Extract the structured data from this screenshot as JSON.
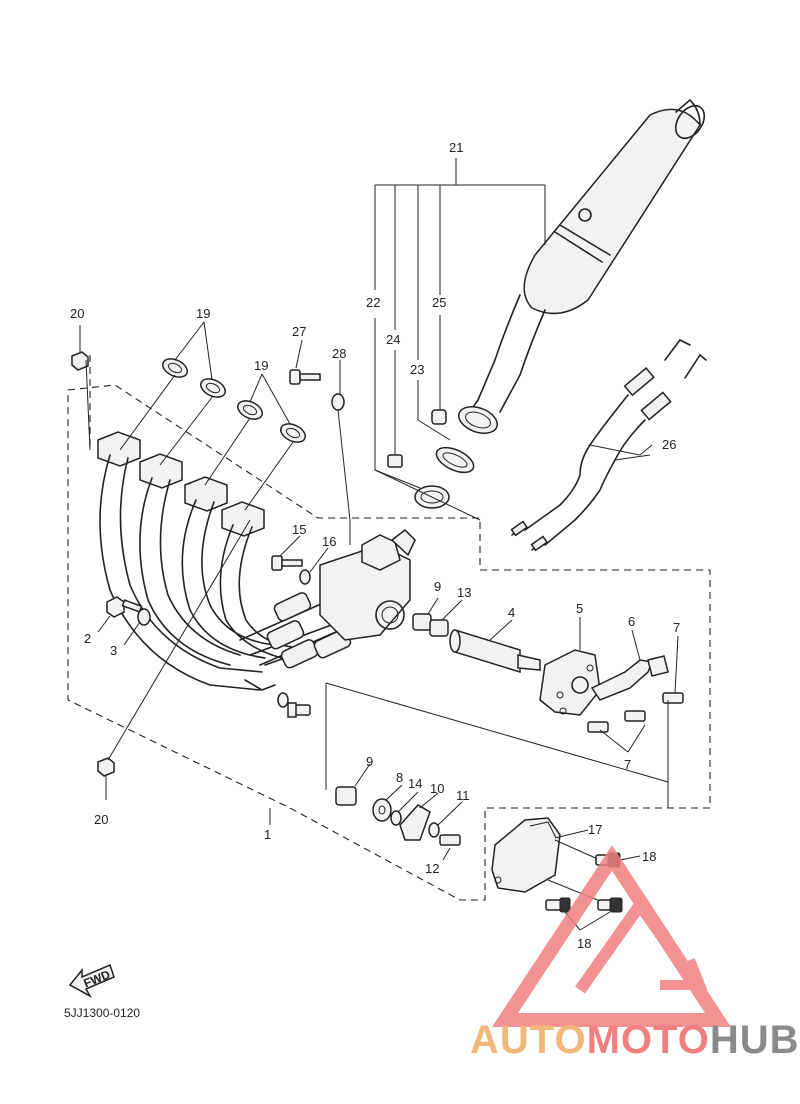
{
  "diagram": {
    "figure_code": "5JJ1300-0120",
    "fwd_label": "FWD",
    "callouts": {
      "c1": "1",
      "c2": "2",
      "c3": "3",
      "c4": "4",
      "c5": "5",
      "c6": "6",
      "c7a": "7",
      "c7b": "7",
      "c8": "8",
      "c9a": "9",
      "c9b": "9",
      "c10": "10",
      "c11": "11",
      "c12": "12",
      "c13": "13",
      "c14": "14",
      "c15": "15",
      "c16": "16",
      "c17": "17",
      "c18a": "18",
      "c18b": "18",
      "c19a": "19",
      "c19b": "19",
      "c20a": "20",
      "c20b": "20",
      "c21": "21",
      "c22": "22",
      "c23": "23",
      "c24": "24",
      "c25": "25",
      "c26": "26",
      "c27": "27",
      "c28": "28"
    }
  },
  "watermark": {
    "part1": "AUTO",
    "part2": "MOTO",
    "part3": "HUB",
    "color1": "#f2b87a",
    "color2": "#f08080",
    "color3": "#8a8a8a"
  }
}
